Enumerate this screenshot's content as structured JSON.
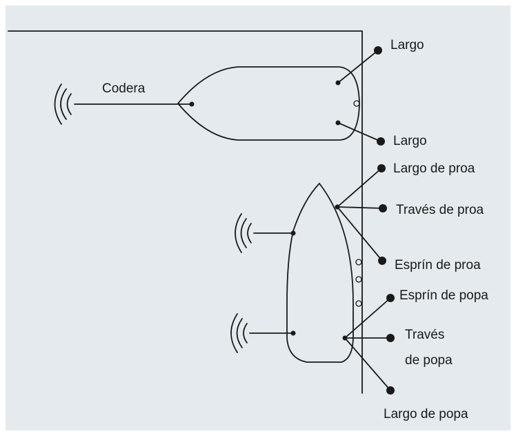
{
  "colors": {
    "background": "#e4eaee",
    "ink": "#1a1a1a",
    "page": "#ffffff"
  },
  "icons": [
    "anchor-signal-icon"
  ],
  "labels": {
    "codera": "Codera",
    "largo_top": "Largo",
    "largo_bottom": "Largo",
    "largo_de_proa": "Largo de proa",
    "traves_de_proa": "Través de proa",
    "esprin_de_proa": "Esprín de proa",
    "esprin_de_popa": "Esprín de popa",
    "traves_de_popa_line1": "Través",
    "traves_de_popa_line2": "de popa",
    "largo_de_popa": "Largo de popa"
  }
}
